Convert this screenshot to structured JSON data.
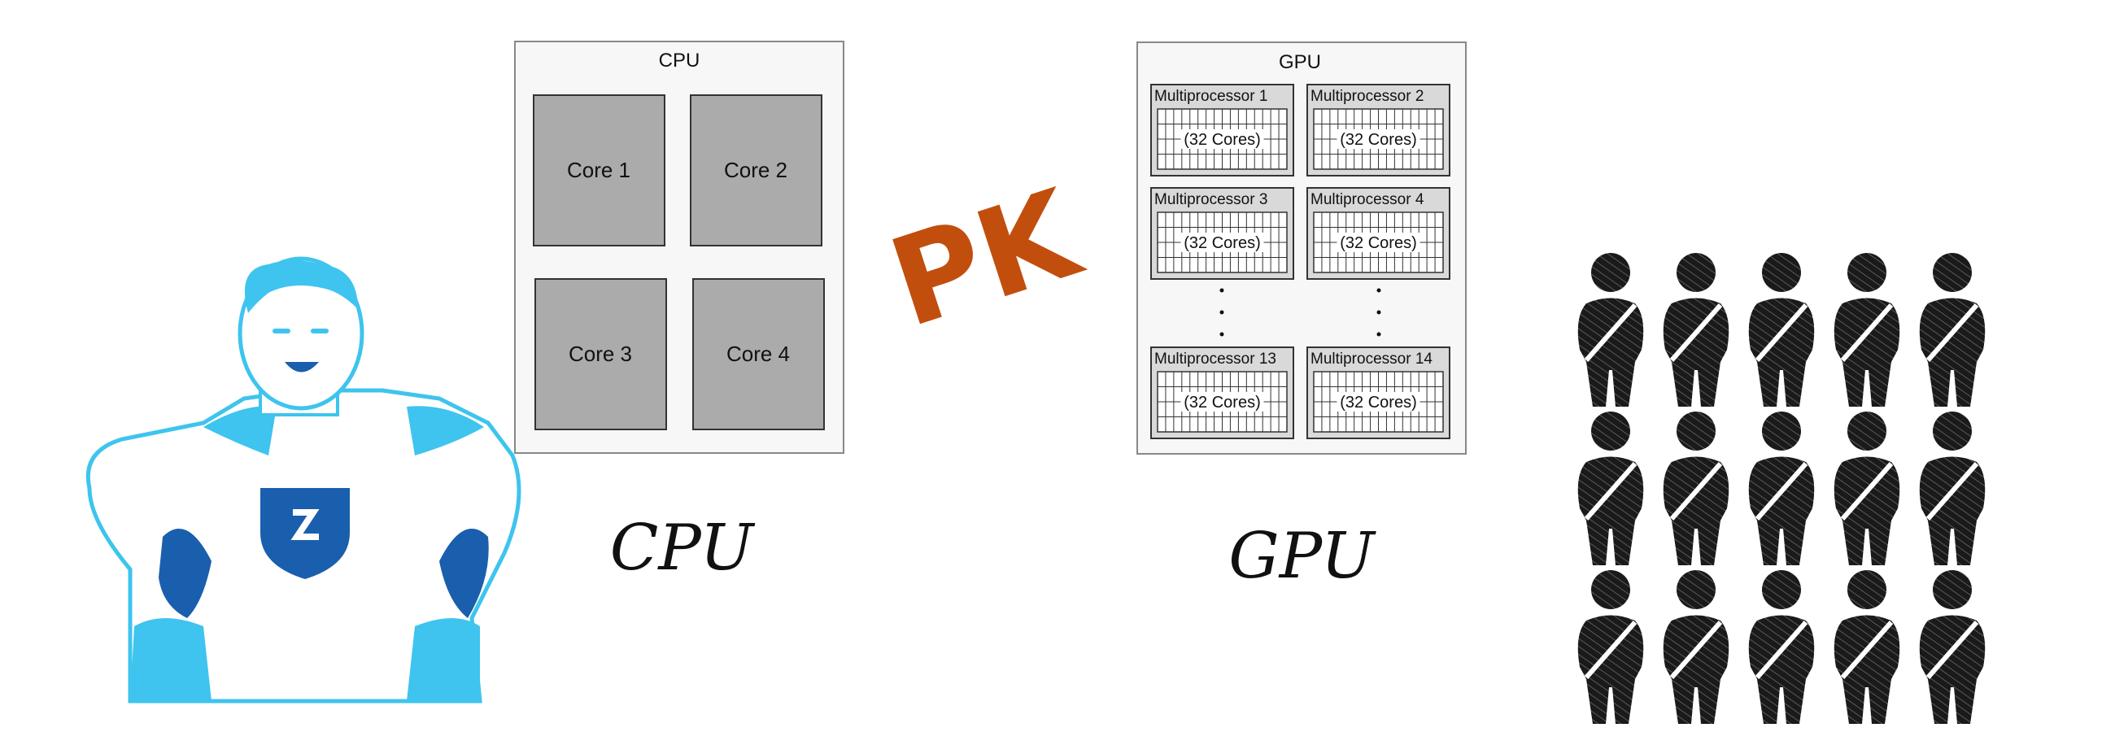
{
  "cpu": {
    "title": "CPU",
    "cores": [
      "Core 1",
      "Core 2",
      "Core 3",
      "Core 4"
    ],
    "caption": "CPU"
  },
  "gpu": {
    "title": "GPU",
    "multiprocessors": [
      {
        "name": "Multiprocessor 1",
        "cores": "(32 Cores)"
      },
      {
        "name": "Multiprocessor 2",
        "cores": "(32 Cores)"
      },
      {
        "name": "Multiprocessor 3",
        "cores": "(32 Cores)"
      },
      {
        "name": "Multiprocessor 4",
        "cores": "(32 Cores)"
      },
      {
        "name": "Multiprocessor 13",
        "cores": "(32 Cores)"
      },
      {
        "name": "Multiprocessor 14",
        "cores": "(32 Cores)"
      }
    ],
    "caption": "GPU"
  },
  "versus": "PK",
  "icons": {
    "hero": "superhero-mascot-icon",
    "crowd": "crowd-of-people-icon",
    "crowd_count": 15
  },
  "colors": {
    "hero_blue": "#3ec4ee",
    "hero_dark": "#1a5fad",
    "core_gray": "#ababab",
    "pk_orange": "#c24e0d",
    "crowd_black": "#1a1a1a"
  }
}
